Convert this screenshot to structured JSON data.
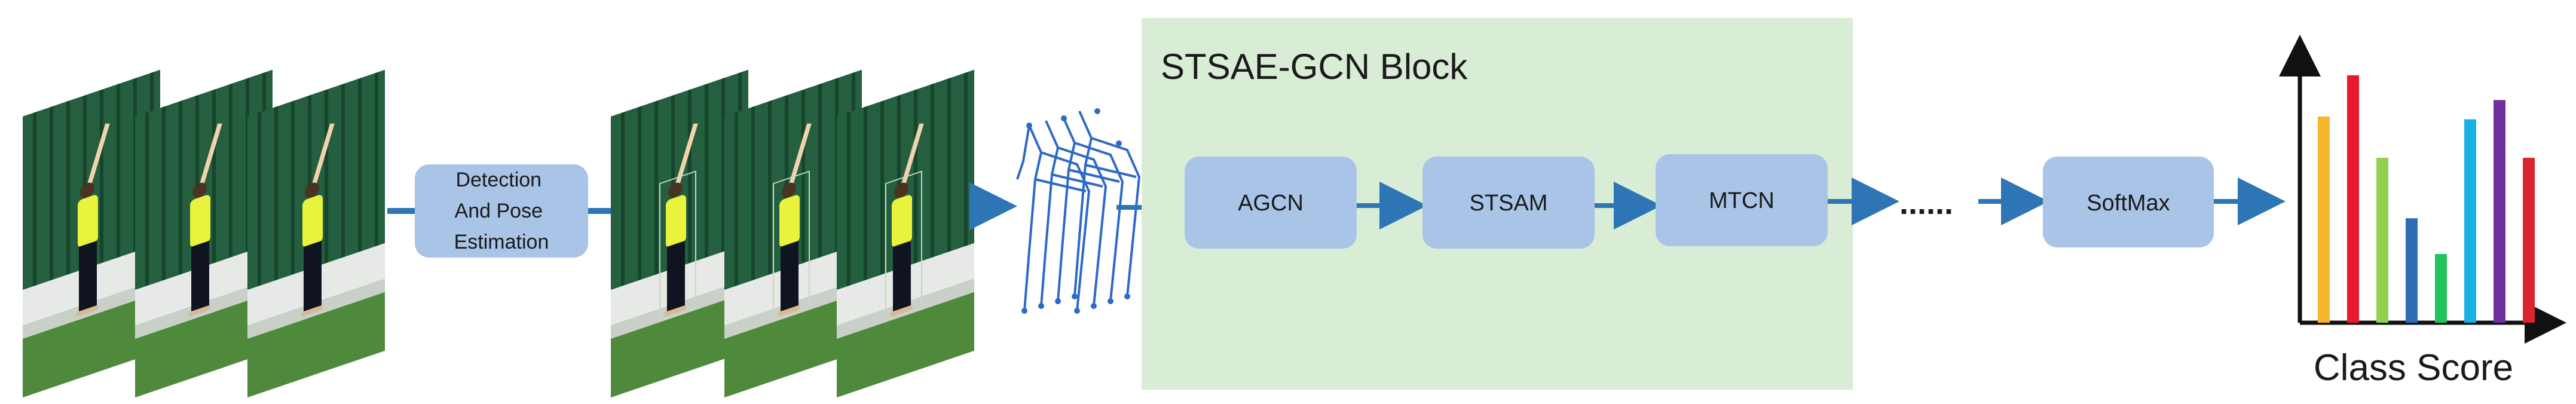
{
  "pipeline": {
    "detection_node": {
      "lines": [
        "Detection",
        "And Pose",
        "Estimation"
      ]
    },
    "block": {
      "title": "STSAE-GCN Block",
      "fill": "#d9ecd5"
    },
    "agcn_label": "AGCN",
    "stsam_label": "STSAM",
    "mtcn_label": "MTCN",
    "ellipsis": "......",
    "softmax_label": "SoftMax",
    "output_label": "Class Score",
    "node_fill": "#a9c4e7",
    "arrow_color": "#2e75b6",
    "skeleton_color": "#2e6ac5"
  },
  "class_score_bars": {
    "values": [
      0.75,
      0.9,
      0.6,
      0.38,
      0.25,
      0.74,
      0.81,
      0.6
    ],
    "colors": [
      "#f7b52b",
      "#e8192c",
      "#92d050",
      "#2e6db4",
      "#21c45c",
      "#17b1e3",
      "#7030a0",
      "#d9262e"
    ]
  }
}
